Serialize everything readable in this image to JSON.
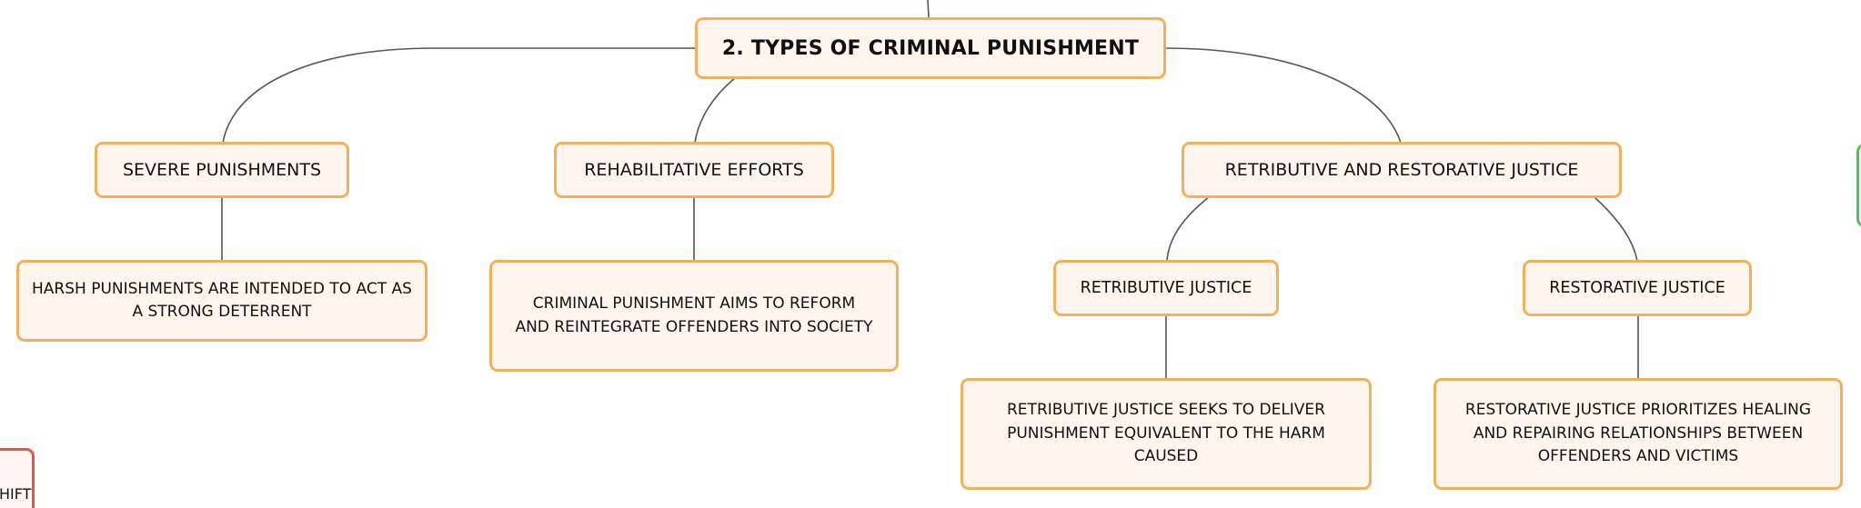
{
  "diagram": {
    "root": {
      "label": "2. TYPES OF CRIMINAL PUNISHMENT"
    },
    "branches": [
      {
        "label": "SEVERE PUNISHMENTS",
        "detail": "HARSH PUNISHMENTS ARE INTENDED TO ACT AS A STRONG DETERRENT"
      },
      {
        "label": "REHABILITATIVE EFFORTS",
        "detail": "CRIMINAL PUNISHMENT AIMS TO REFORM AND REINTEGRATE OFFENDERS INTO SOCIETY"
      },
      {
        "label": "RETRIBUTIVE AND RESTORATIVE JUSTICE",
        "children": [
          {
            "label": "RETRIBUTIVE JUSTICE",
            "detail": "RETRIBUTIVE JUSTICE SEEKS TO DELIVER PUNISHMENT EQUIVALENT TO THE HARM CAUSED"
          },
          {
            "label": "RESTORATIVE JUSTICE",
            "detail": "RESTORATIVE JUSTICE PRIORITIZES HEALING AND REPAIRING RELATIONSHIPS BETWEEN OFFENDERS AND VICTIMS"
          }
        ]
      }
    ],
    "partial_offscreen_label": "HIFT"
  },
  "colors": {
    "node_fill": "#fef6ee",
    "node_border": "#f2b05a",
    "connector": "#555555",
    "offscreen_red_border": "#e0574a",
    "offscreen_green_border": "#5cb85c"
  }
}
